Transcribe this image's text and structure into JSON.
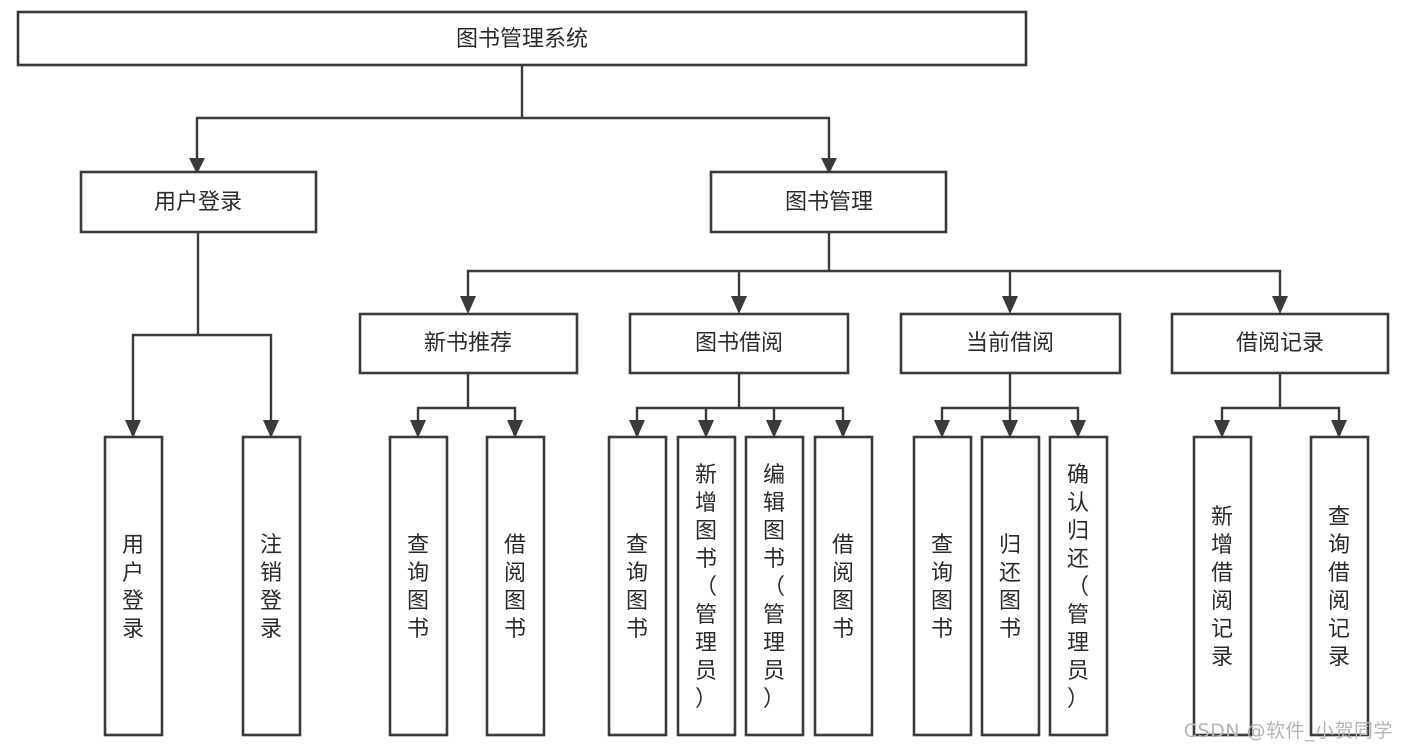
{
  "diagram": {
    "type": "tree",
    "title": "图书管理系统",
    "watermark": "CSDN @软件_小贺同学",
    "colors": {
      "box_stroke": "#3a3a3a",
      "box_fill": "#ffffff",
      "connector": "#3a3a3a",
      "text": "#2b2b2b",
      "watermark": "#b4b4b4",
      "background": "#ffffff"
    },
    "root": {
      "label": "图书管理系统"
    },
    "level2": [
      {
        "label": "用户登录"
      },
      {
        "label": "图书管理"
      }
    ],
    "level3": [
      {
        "label": "新书推荐"
      },
      {
        "label": "图书借阅"
      },
      {
        "label": "当前借阅"
      },
      {
        "label": "借阅记录"
      }
    ],
    "leaves": {
      "user_login": [
        {
          "label": "用户登录"
        },
        {
          "label": "注销登录"
        }
      ],
      "new_book_recommend": [
        {
          "label": "查询图书"
        },
        {
          "label": "借阅图书"
        }
      ],
      "book_borrow": [
        {
          "label": "查询图书"
        },
        {
          "label": "新增图书（管理员）"
        },
        {
          "label": "编辑图书（管理员）"
        },
        {
          "label": "借阅图书"
        }
      ],
      "current_borrow": [
        {
          "label": "查询图书"
        },
        {
          "label": "归还图书"
        },
        {
          "label": "确认归还（管理员）"
        }
      ],
      "borrow_records": [
        {
          "label": "新增借阅记录"
        },
        {
          "label": "查询借阅记录"
        }
      ]
    }
  }
}
